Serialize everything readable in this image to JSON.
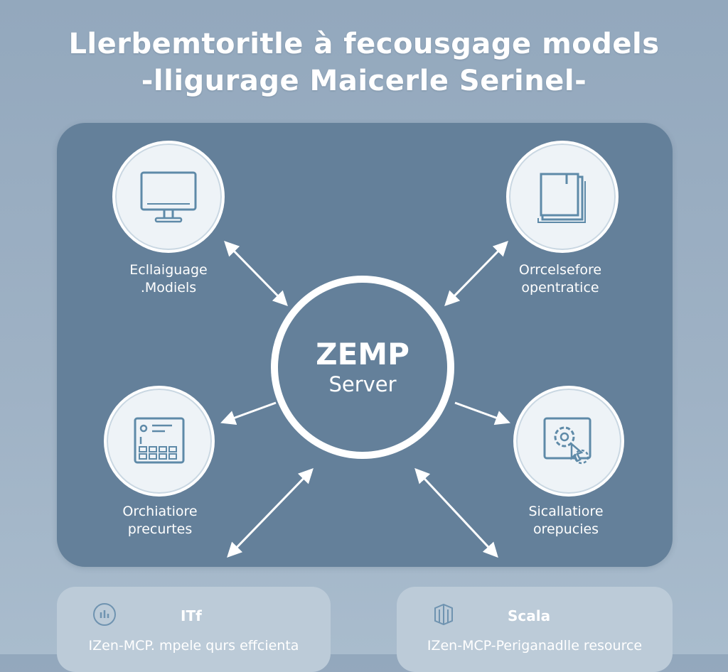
{
  "title": {
    "line1": "Llerbemtoritle à fecousgage models",
    "line2": "-lligurage Maicerle Serinel-"
  },
  "center": {
    "main": "ZEMP",
    "sub": "Server"
  },
  "nodes": [
    {
      "line1": "Ecllaiguage",
      "line2": ".Modiels",
      "icon": "monitor-icon"
    },
    {
      "line1": "Orrcelsefore",
      "line2": "opentratice",
      "icon": "document-stack-icon"
    },
    {
      "line1": "Orchiatiore",
      "line2": "precurtes",
      "icon": "control-panel-icon"
    },
    {
      "line1": "Sicallatiore",
      "line2": "orepucies",
      "icon": "gear-cursor-icon"
    }
  ],
  "cards": [
    {
      "title": "ITf",
      "text": "IZen-MCP. mpele qurs effcienta",
      "icon": "chart-bars-icon"
    },
    {
      "title": "Scala",
      "text": "IZen-MCP-Periganadlle resource",
      "icon": "cube-icon"
    }
  ],
  "colors": {
    "background": "#9fb2c5",
    "panel": "#64809a",
    "icon_stroke": "#5e8aa8",
    "text": "#ffffff"
  }
}
